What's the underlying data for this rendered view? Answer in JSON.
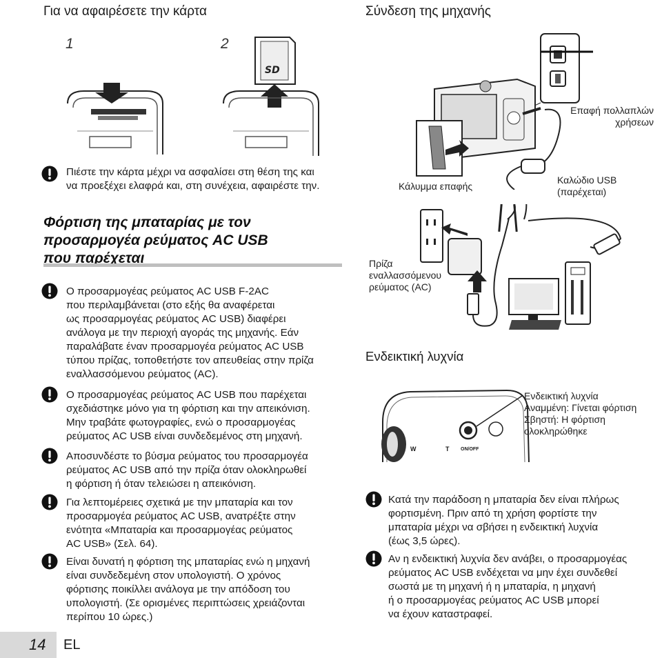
{
  "left": {
    "card_title": "Για να αφαιρέσετε την κάρτα",
    "step1": "1",
    "step2": "2",
    "card_note": [
      "Πιέστε την κάρτα μέχρι να ασφαλίσει στη θέση της και",
      "να προεξέχει ελαφρά και, στη συνέχεια, αφαιρέστε την."
    ],
    "charge_title": [
      "Φόρτιση της μπαταρίας με τον",
      "προσαρμογέα ρεύματος AC USB",
      "που παρέχεται"
    ],
    "notes": [
      [
        "Ο προσαρμογέας ρεύματος AC USB F-2AC",
        "που περιλαμβάνεται (στο εξής θα αναφέρεται",
        "ως προσαρμογέας ρεύματος AC USB) διαφέρει",
        "ανάλογα με την περιοχή αγοράς της μηχανής. Εάν",
        "παραλάβατε έναν προσαρμογέα ρεύματος AC USB",
        "τύπου πρίζας, τοποθετήστε τον απευθείας στην πρίζα",
        "εναλλασσόμενου ρεύματος (AC)."
      ],
      [
        "Ο προσαρμογέας ρεύματος AC USB που παρέχεται",
        "σχεδιάστηκε μόνο για τη φόρτιση και την απεικόνιση.",
        "Μην τραβάτε φωτογραφίες, ενώ ο προσαρμογέας",
        "ρεύματος AC USB είναι συνδεδεμένος στη μηχανή."
      ],
      [
        "Αποσυνδέστε το βύσμα ρεύματος του προσαρμογέα",
        "ρεύματος AC USB από την πρίζα όταν ολοκληρωθεί",
        "η φόρτιση ή όταν τελειώσει η απεικόνιση."
      ],
      [
        "Για λεπτομέρειες σχετικά με την μπαταρία και τον",
        "προσαρμογέα ρεύματος AC USB, ανατρέξτε στην",
        "ενότητα «Μπαταρία και προσαρμογέας ρεύματος",
        "AC USB» (Σελ. 64)."
      ],
      [
        "Είναι δυνατή η φόρτιση της μπαταρίας ενώ η μηχανή",
        "είναι συνδεδεμένη στον υπολογιστή. Ο χρόνος",
        "φόρτισης ποικίλλει ανάλογα με την απόδοση του",
        "υπολογιστή. (Σε ορισμένες περιπτώσεις χρειάζονται",
        "περίπου 10 ώρες.)"
      ]
    ],
    "page_number": "14",
    "page_lang": "EL"
  },
  "right": {
    "connect_title": "Σύνδεση της μηχανής",
    "multi_connector": [
      "Επαφή πολλαπλών",
      "χρήσεων"
    ],
    "terminal_cover": "Κάλυμμα επαφής",
    "usb_cable": [
      "Καλώδιο USB",
      "(παρέχεται)"
    ],
    "ac_outlet": [
      "Πρίζα",
      "εναλλασσόμενου",
      "ρεύματος (AC)"
    ],
    "indicator_title": "Ενδεικτική λυχνία",
    "indicator_legend": [
      "Ενδεικτική λυχνία",
      "Αναμμένη: Γίνεται φόρτιση",
      "Σβηστή: Η φόρτιση",
      "ολοκληρώθηκε"
    ],
    "cam_labels": {
      "ww": "W",
      "tt": "T",
      "onoff": "ON/OFF"
    },
    "notes": [
      [
        "Κατά την παράδοση η μπαταρία δεν είναι πλήρως",
        "φορτισμένη. Πριν από τη χρήση φορτίστε την",
        "μπαταρία μέχρι να σβήσει η ενδεικτική λυχνία",
        "(έως 3,5 ώρες)."
      ],
      [
        "Αν η ενδεικτική λυχνία δεν ανάβει, ο προσαρμογέας",
        "ρεύματος AC USB ενδέχεται να μην έχει συνδεθεί",
        "σωστά με τη μηχανή ή η μπαταρία, η μηχανή",
        "ή ο προσαρμογέας ρεύματος AC USB μπορεί",
        "να έχουν καταστραφεί."
      ]
    ]
  }
}
